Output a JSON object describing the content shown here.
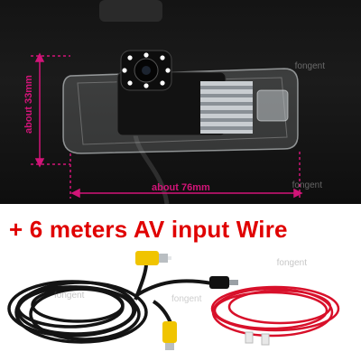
{
  "dimensions": {
    "height_label": "about 33mm",
    "width_label": "about 76mm"
  },
  "watermark": "fongent",
  "headline": "+ 6 meters AV input Wire",
  "colors": {
    "headline": "#e00000",
    "dimension_lines": "#d21478",
    "photo_background": "#141414",
    "rca_plug": "#f0c400",
    "cable_red": "#d8102a"
  }
}
